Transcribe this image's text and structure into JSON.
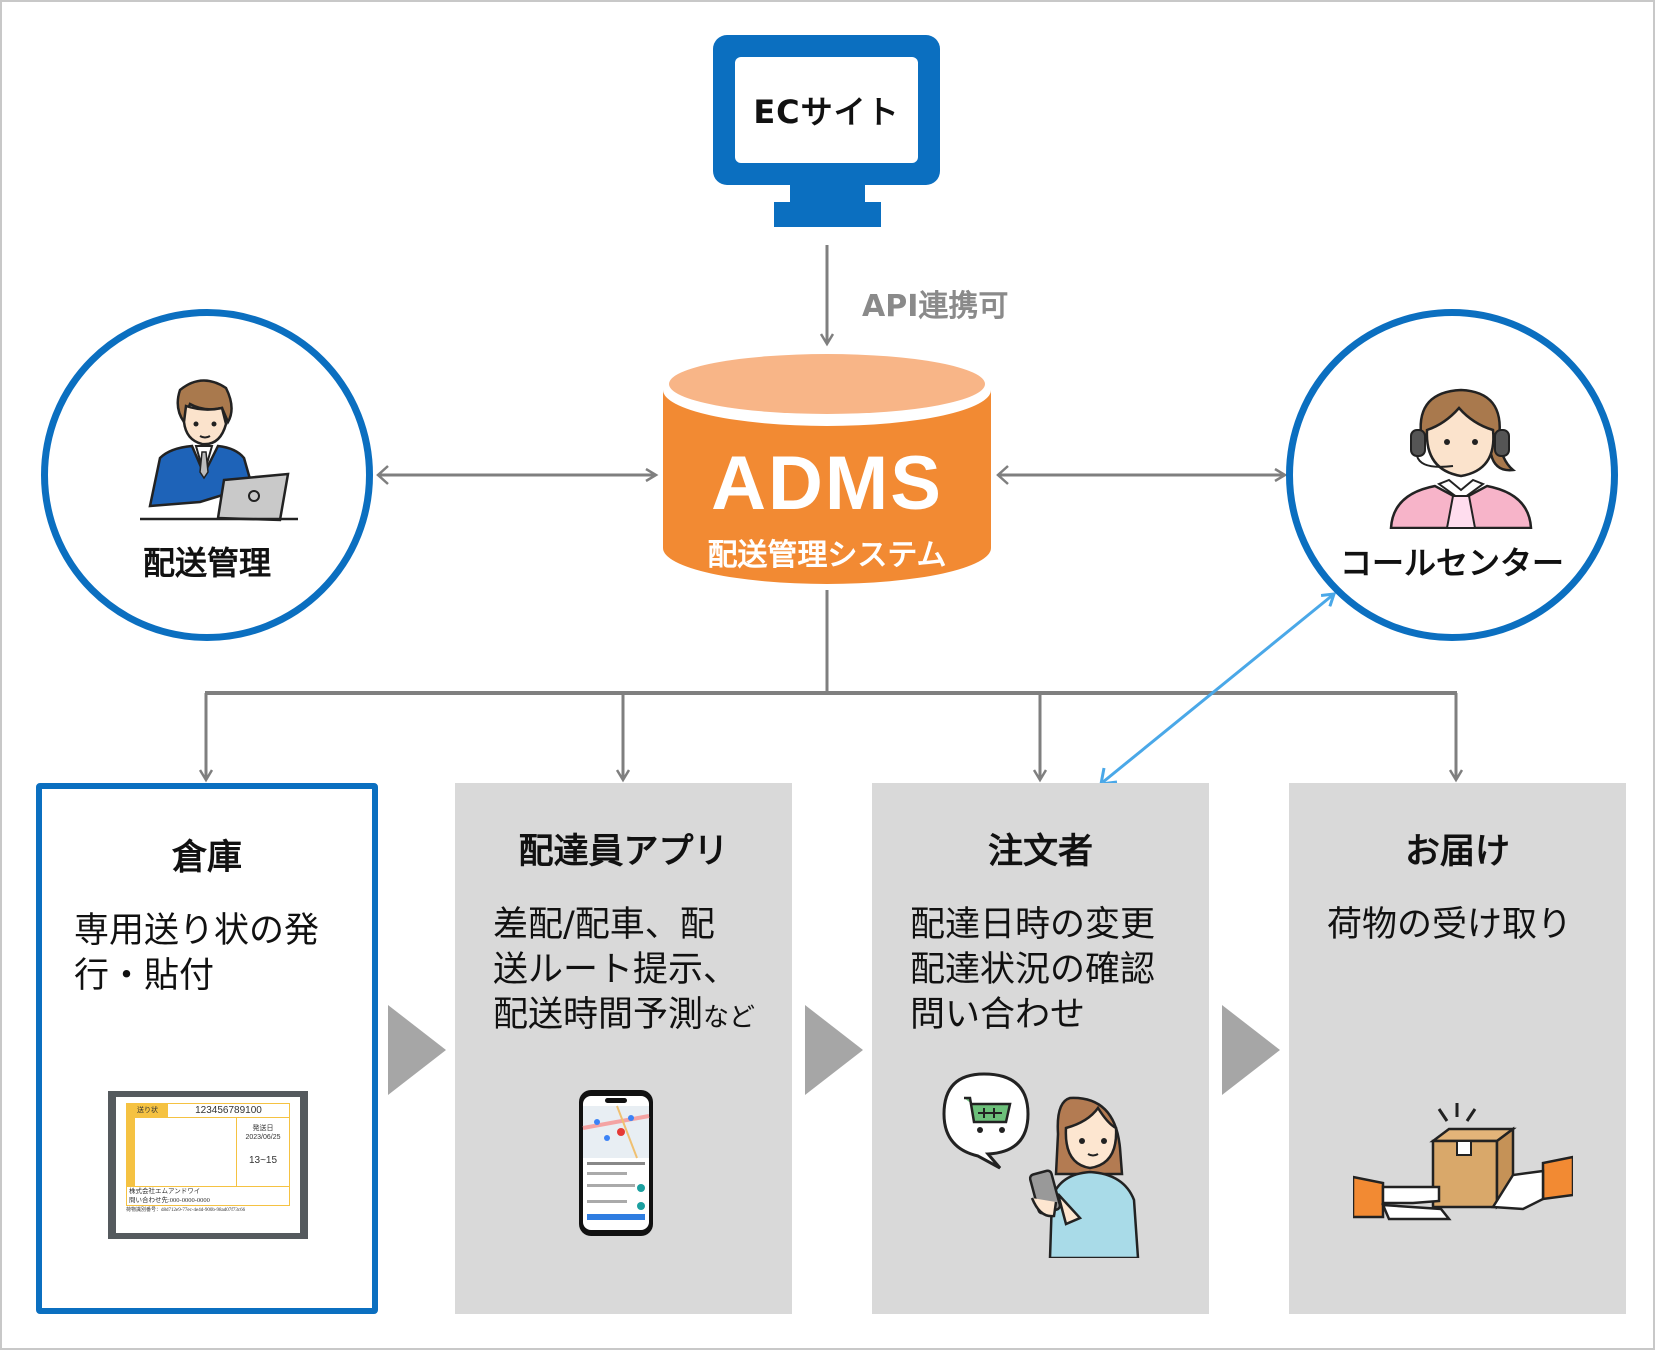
{
  "ec_site": {
    "label": "ECサイト",
    "icon": "monitor-icon"
  },
  "api_link": {
    "label": "API連携可"
  },
  "core_system": {
    "title": "ADMS",
    "subtitle": "配送管理システム",
    "icon": "database-cylinder-icon"
  },
  "left_node": {
    "label": "配送管理",
    "icon": "office-worker-laptop-icon"
  },
  "right_node": {
    "label": "コールセンター",
    "icon": "call-center-operator-icon"
  },
  "steps": [
    {
      "title": "倉庫",
      "desc_lines": [
        "専用送り状の発",
        "行・貼付"
      ],
      "highlighted": true,
      "icon": "shipping-label-icon",
      "label_preview": {
        "header": "送り状",
        "number": "123456789100",
        "date_label": "発送日",
        "date": "2023/06/25",
        "time": "13~15",
        "company": "株式会社エムアンドワイ",
        "contact": "問い合わせ先:000-0000-0000",
        "tracking": "荷物識別番号：d8d712e9-77ec-4e4d-900b-98ad07f73c66"
      }
    },
    {
      "title": "配達員アプリ",
      "desc_lines": [
        "差配/配車、配",
        "送ルート提示、",
        "配送時間予測"
      ],
      "desc_suffix": "など",
      "highlighted": false,
      "icon": "smartphone-map-app-icon"
    },
    {
      "title": "注文者",
      "desc_lines": [
        "配達日時の変更",
        "配達状況の確認",
        "問い合わせ"
      ],
      "highlighted": false,
      "icon": "customer-shopping-phone-icon"
    },
    {
      "title": "お届け",
      "desc_lines": [
        "荷物の受け取り"
      ],
      "highlighted": false,
      "icon": "package-handover-icon"
    }
  ],
  "colors": {
    "brand_blue": "#0b6fc0",
    "accent_orange": "#f28a33",
    "orange_light": "#f8b587",
    "box_gray": "#d9d9d9",
    "arrow_gray": "#7f7f7f",
    "link_blue": "#4aa8e8"
  }
}
